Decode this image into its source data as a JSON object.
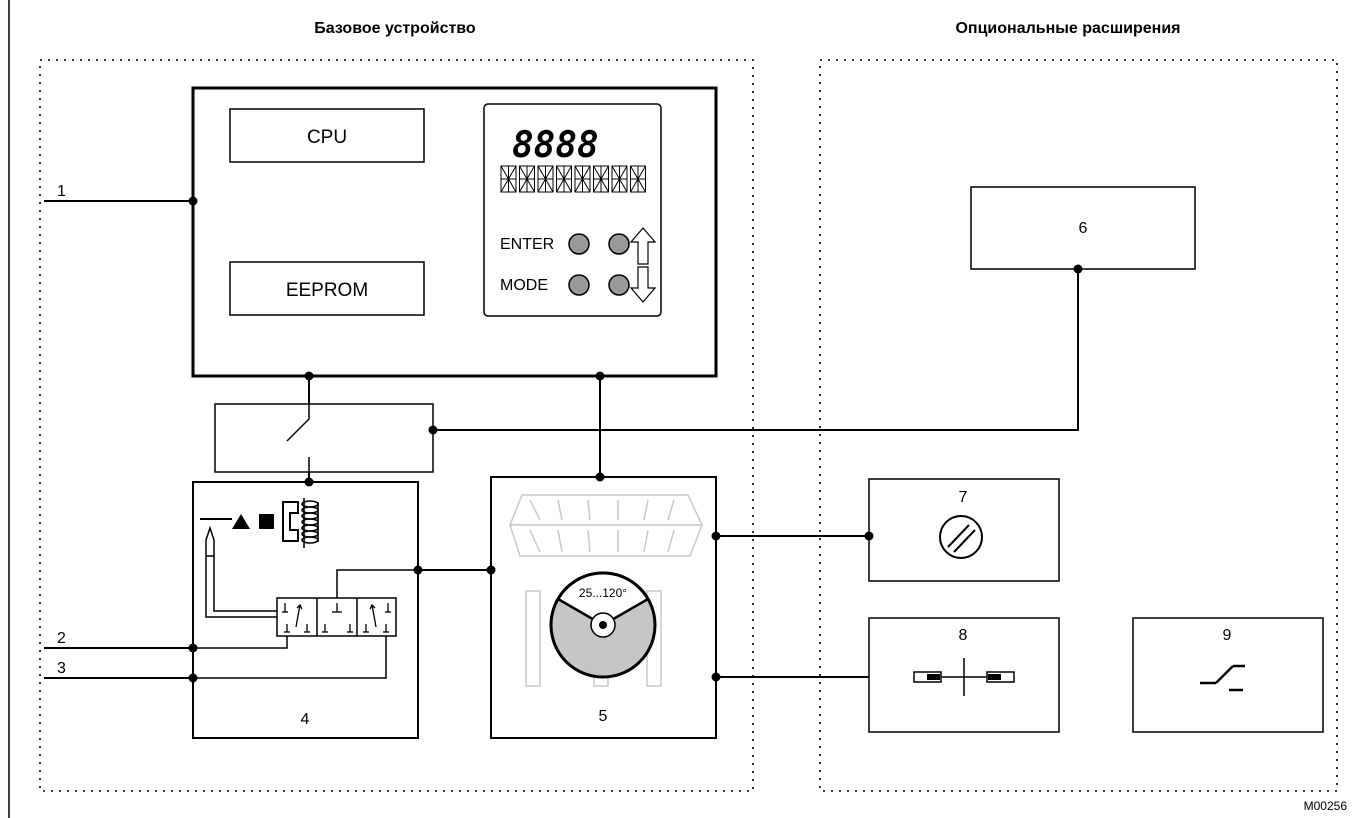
{
  "headers": {
    "base_device": "Базовое устройство",
    "optional_extensions": "Опциональные расширения"
  },
  "cpu_label": "CPU",
  "eeprom_label": "EEPROM",
  "display": {
    "digits": "8888",
    "buttons": {
      "enter": "ENTER",
      "mode": "MODE"
    }
  },
  "angle_range": "25...120°",
  "line_labels": {
    "l1": "1",
    "l2": "2",
    "l3": "3"
  },
  "block_labels": {
    "b4": "4",
    "b5": "5",
    "b6": "6",
    "b7": "7",
    "b8": "8",
    "b9": "9"
  },
  "figure_code": "M00256"
}
